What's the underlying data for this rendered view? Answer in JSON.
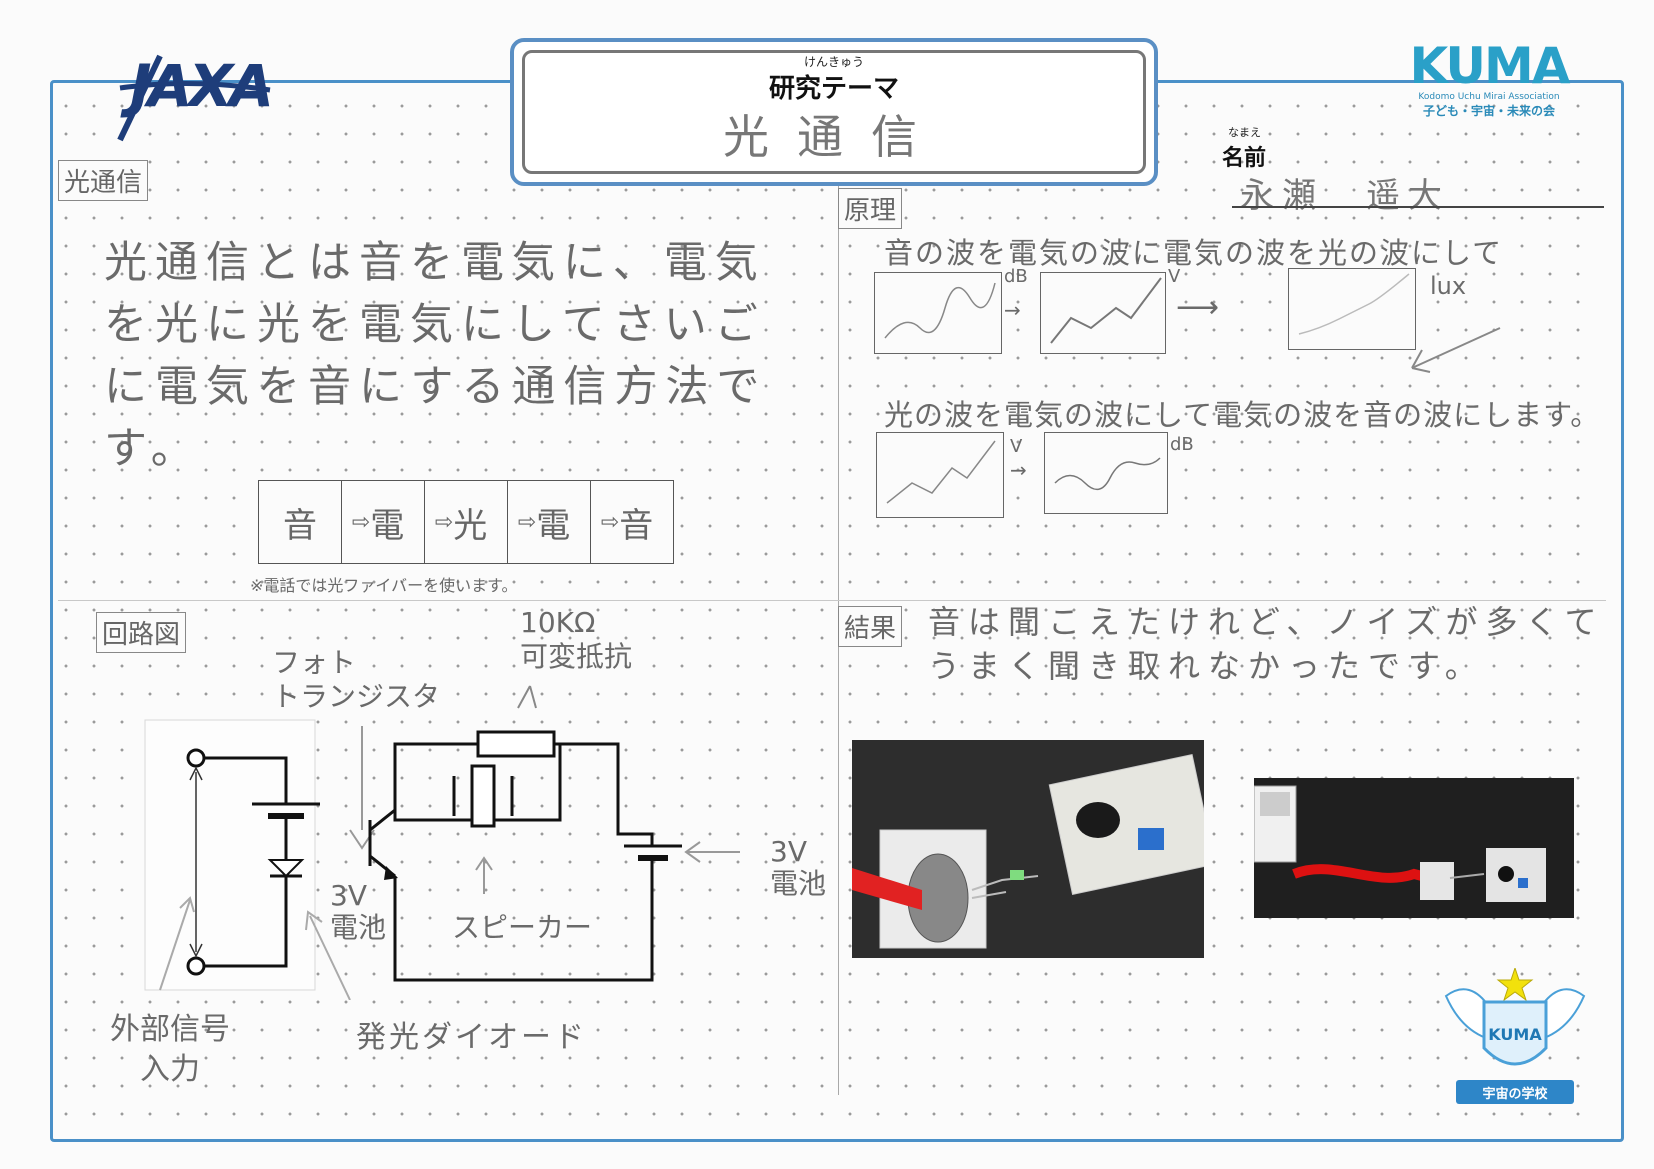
{
  "header": {
    "jaxa_logo": "JAXA",
    "theme_furigana": "けんきゅう",
    "theme_label": "研究テーマ",
    "theme_value": "光通信",
    "kuma_logo": "KUMA",
    "kuma_sub": "Kodomo Uchu Mirai Association",
    "kuma_sub_jp": "子ども・宇宙・未来の会",
    "name_furigana": "なまえ",
    "name_label": "名前",
    "name_value": "永瀬　遥大"
  },
  "intro": {
    "label": "光通信",
    "text": "光通信とは音を電気に、電気を光に光を電気にしてさいごに電気を音にする通信方法です。",
    "flow": [
      "音",
      "電",
      "光",
      "電",
      "音"
    ],
    "note": "※電話では光ファイバーを使います。"
  },
  "principle": {
    "label": "原理",
    "line1": "音の波を電気の波に電気の波を光の波にして",
    "line2": "光の波を電気の波にして電気の波を音の波にします。",
    "unit_db": "dB",
    "unit_v": "V",
    "unit_lux": "lux",
    "unit_v2": "V",
    "unit_db2": "dB"
  },
  "circuit": {
    "label": "回路図",
    "resistor": "10KΩ\n可変抵抗",
    "phototransistor": "フォト\nトランジスタ",
    "battery_left": "3V\n電池",
    "battery_right": "3V\n電池",
    "speaker": "スピーカー",
    "input": "外部信号\n入力",
    "led": "発光ダイオード"
  },
  "result": {
    "label": "結果",
    "text": "音は聞こえたけれど、ノイズが多くてうまく聞き取れなかったです。"
  },
  "footer": {
    "school_logo": "KUMA",
    "school_name": "宇宙の学校"
  }
}
